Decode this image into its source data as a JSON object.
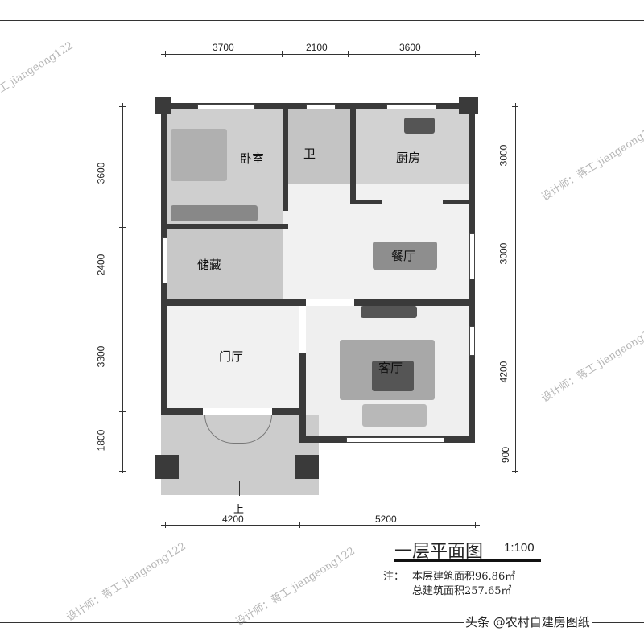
{
  "title": "一层平面图",
  "scale": "1:100",
  "note": {
    "prefix": "注：",
    "floor_area": "本层建筑面积96.86㎡",
    "total_area": "总建筑面积257.65㎡"
  },
  "credit": "头条 @农村自建房图纸",
  "watermark": "设计师：蒋工 jiangeong122",
  "rooms": {
    "bedroom": "卧室",
    "bath": "卫",
    "kitchen": "厨房",
    "storage": "储藏",
    "dining": "餐厅",
    "entry": "门厅",
    "living": "客厅"
  },
  "stairs_up": "上",
  "dimensions": {
    "top": [
      "3700",
      "2100",
      "3600"
    ],
    "bottom": [
      "4200",
      "5200"
    ],
    "left": [
      "3600",
      "2400",
      "3300",
      "1800"
    ],
    "right": [
      "3000",
      "3000",
      "4200",
      "900"
    ]
  }
}
